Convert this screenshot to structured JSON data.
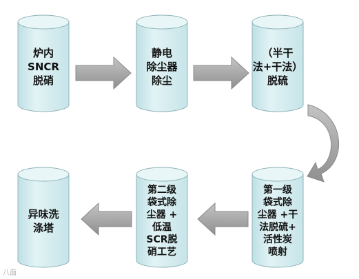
{
  "steps": [
    {
      "label": "炉内\nSNCR\n脱硝"
    },
    {
      "label": "静电\n除尘器\n除尘"
    },
    {
      "label": "（半干\n法+干法）\n脱硫"
    },
    {
      "label": "第一级\n袋式除\n尘器 +干\n法脱硫+\n活性炭\n喷射"
    },
    {
      "label": "第二级\n袋式除\n尘器 +\n低温\nSCR脱\n硝工艺"
    },
    {
      "label": "异味洗\n涤塔"
    }
  ],
  "watermark": "八面",
  "colors": {
    "cylinder_fill": "#d4ecef",
    "cylinder_top": "#e9f6f8",
    "cylinder_stroke": "#7fa2a8",
    "arrow_fill": "#a5a5a5",
    "arrow_stroke": "#8a8a8a"
  }
}
